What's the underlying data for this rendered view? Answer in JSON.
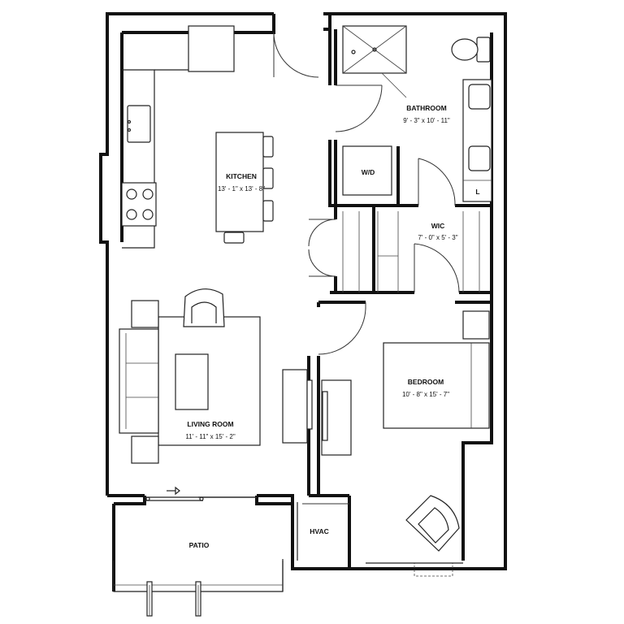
{
  "rooms": {
    "kitchen": {
      "name": "KITCHEN",
      "dims": "13' - 1\" x 13' - 8\""
    },
    "bathroom": {
      "name": "BATHROOM",
      "dims": "9' - 3\" x 10' - 11\""
    },
    "wd": {
      "name": "W/D"
    },
    "linen": {
      "name": "L"
    },
    "wic": {
      "name": "WIC",
      "dims": "7' - 0\" x 5' - 3\""
    },
    "bedroom": {
      "name": "BEDROOM",
      "dims": "10' - 8\" x 15' - 7\""
    },
    "living": {
      "name": "LIVING ROOM",
      "dims": "11' - 11\" x 15' - 2\""
    },
    "hvac": {
      "name": "HVAC"
    },
    "patio": {
      "name": "PATIO"
    }
  },
  "icons": {
    "slider_arrow": "arrow-right-icon"
  }
}
